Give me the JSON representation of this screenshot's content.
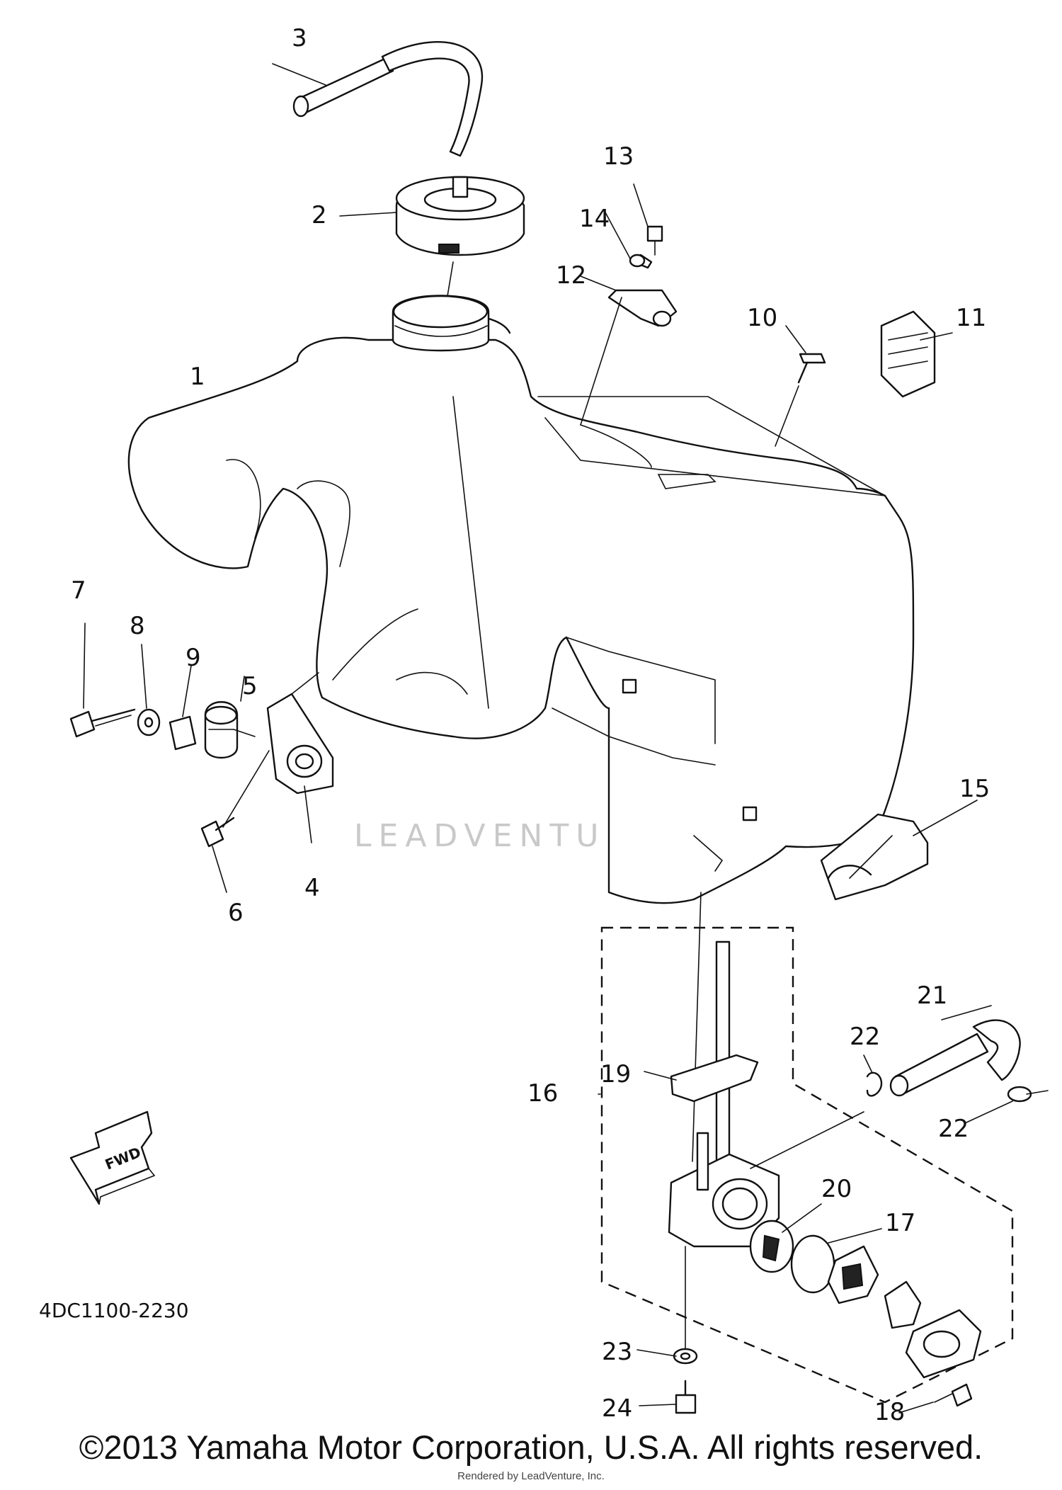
{
  "diagram": {
    "callouts": [
      "1",
      "2",
      "3",
      "4",
      "5",
      "6",
      "7",
      "8",
      "9",
      "10",
      "11",
      "12",
      "13",
      "14",
      "15",
      "16",
      "17",
      "18",
      "19",
      "20",
      "21",
      "22",
      "22",
      "23",
      "24"
    ],
    "fwd_label": "FWD",
    "part_code": "4DC1100-2230",
    "watermark": "LEADVENTURE"
  },
  "footer": {
    "copyright": "©2013 Yamaha Motor Corporation, U.S.A. All rights reserved.",
    "rendered_by": "Rendered by LeadVenture, Inc."
  }
}
